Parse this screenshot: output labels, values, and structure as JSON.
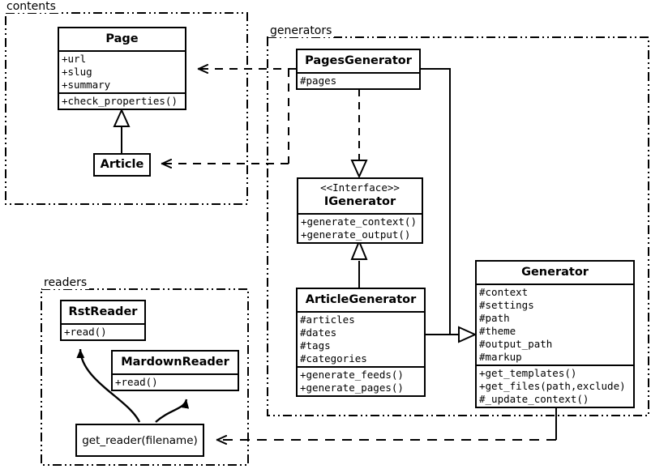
{
  "diagram": {
    "kind": "uml-class-diagram",
    "stroke_color": "#000000",
    "background_color": "#ffffff"
  },
  "packages": [
    {
      "id": "contents",
      "label": "contents"
    },
    {
      "id": "generators",
      "label": "generators"
    },
    {
      "id": "readers",
      "label": "readers"
    }
  ],
  "classes": {
    "page": {
      "name": "Page",
      "attributes": [
        "+url",
        "+slug",
        "+summary"
      ],
      "methods": [
        "+check_properties()"
      ]
    },
    "article": {
      "name": "Article",
      "attributes": [],
      "methods": []
    },
    "pages_generator": {
      "name": "PagesGenerator",
      "attributes": [
        "#pages"
      ],
      "methods": []
    },
    "igenerator": {
      "stereotype": "<<Interface>>",
      "name": "IGenerator",
      "attributes": [],
      "methods": [
        "+generate_context()",
        "+generate_output()"
      ]
    },
    "article_generator": {
      "name": "ArticleGenerator",
      "attributes": [
        "#articles",
        "#dates",
        "#tags",
        "#categories"
      ],
      "methods": [
        "+generate_feeds()",
        "+generate_pages()"
      ]
    },
    "generator": {
      "name": "Generator",
      "attributes": [
        "#context",
        "#settings",
        "#path",
        "#theme",
        "#output_path",
        "#markup"
      ],
      "methods": [
        "+get_templates()",
        "+get_files(path,exclude)",
        "#_update_context()"
      ]
    },
    "rst_reader": {
      "name": "RstReader",
      "attributes": [],
      "methods": [
        "+read()"
      ]
    },
    "mardown_reader": {
      "name": "MardownReader",
      "attributes": [],
      "methods": [
        "+read()"
      ]
    },
    "get_reader": {
      "name": "get_reader(filename)"
    }
  },
  "relationships": [
    {
      "from": "article",
      "to": "page",
      "type": "generalization"
    },
    {
      "from": "pages_generator",
      "to": "igenerator",
      "type": "realization"
    },
    {
      "from": "article_generator",
      "to": "igenerator",
      "type": "generalization"
    },
    {
      "from": "pages_generator",
      "to": "generator",
      "type": "generalization"
    },
    {
      "from": "article_generator",
      "to": "generator",
      "type": "generalization"
    },
    {
      "from": "pages_generator",
      "to": "page",
      "type": "dependency"
    },
    {
      "from": "article_generator",
      "to": "article",
      "type": "dependency"
    },
    {
      "from": "generator",
      "to": "get_reader",
      "type": "dependency"
    },
    {
      "from": "get_reader",
      "to": "rst_reader",
      "type": "creates"
    },
    {
      "from": "get_reader",
      "to": "mardown_reader",
      "type": "creates"
    }
  ]
}
